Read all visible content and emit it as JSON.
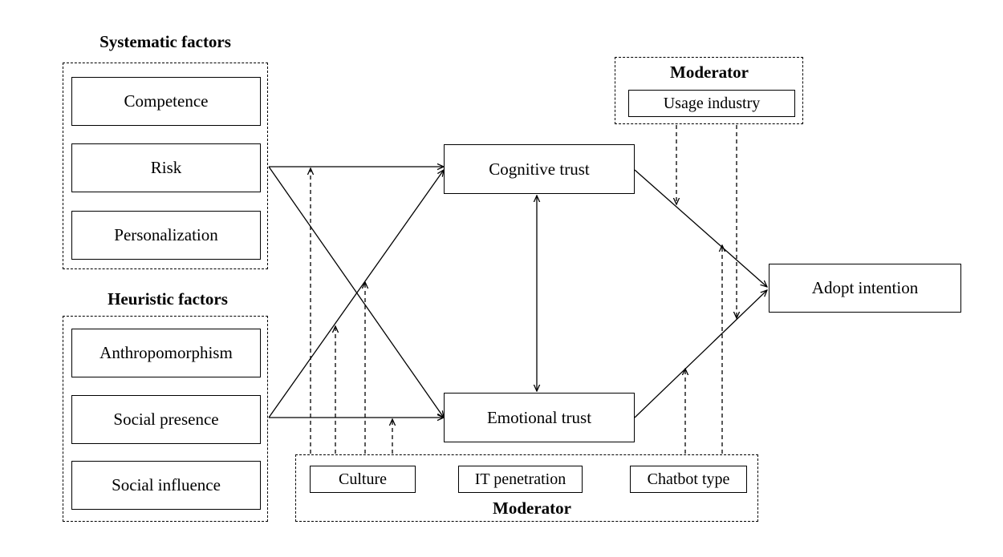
{
  "systematic": {
    "title": "Systematic factors",
    "items": [
      "Competence",
      "Risk",
      "Personalization"
    ]
  },
  "heuristic": {
    "title": "Heuristic factors",
    "items": [
      "Anthropomorphism",
      "Social presence",
      "Social influence"
    ]
  },
  "mediators": {
    "cognitive": "Cognitive trust",
    "emotional": "Emotional trust"
  },
  "outcome": "Adopt intention",
  "moderator_top": {
    "title": "Moderator",
    "item": "Usage industry"
  },
  "moderator_bottom": {
    "title": "Moderator",
    "items": [
      "Culture",
      "IT penetration",
      "Chatbot type"
    ]
  }
}
